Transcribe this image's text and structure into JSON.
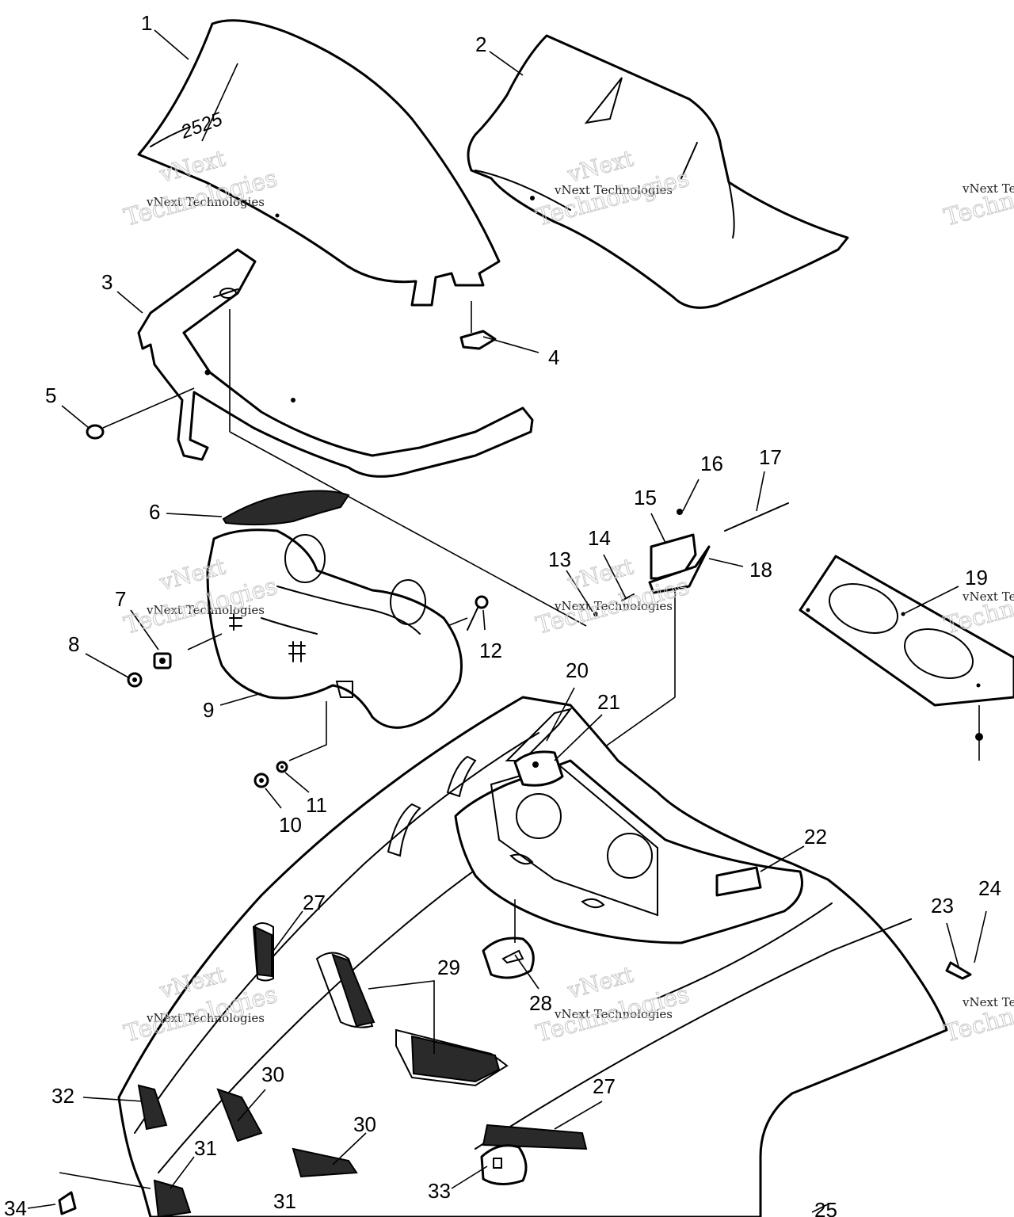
{
  "watermark": {
    "line1": "vNext Technologies",
    "line2": "Technologies",
    "line3": "vNext"
  },
  "part_marking": "2525",
  "callouts": [
    "1",
    "2",
    "3",
    "4",
    "5",
    "6",
    "7",
    "8",
    "9",
    "10",
    "11",
    "12",
    "13",
    "14",
    "15",
    "16",
    "17",
    "18",
    "19",
    "20",
    "21",
    "22",
    "23",
    "24",
    "25",
    "27",
    "28",
    "29",
    "30",
    "31",
    "32",
    "33",
    "34"
  ],
  "colors": {
    "ink": "#000000",
    "paper": "#ffffff",
    "watermark": "#c8c8c8"
  }
}
